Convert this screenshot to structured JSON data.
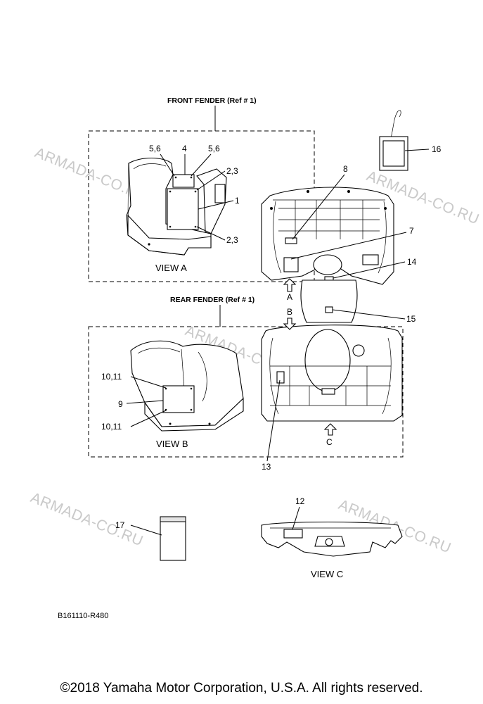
{
  "frames": {
    "front_fender": "FRONT FENDER (Ref # 1)",
    "rear_fender": "REAR FENDER (Ref # 1)"
  },
  "views": {
    "view_a": "VIEW A",
    "view_b": "VIEW B",
    "view_c": "VIEW C"
  },
  "arrows": {
    "a": "A",
    "b": "B",
    "c": "C"
  },
  "callouts": {
    "c1": "1",
    "c2_3_top": "2,3",
    "c2_3_bottom": "2,3",
    "c4": "4",
    "c5_6_left": "5,6",
    "c5_6_right": "5,6",
    "c7": "7",
    "c8": "8",
    "c9": "9",
    "c10_11_top": "10,11",
    "c10_11_bottom": "10,11",
    "c12": "12",
    "c13": "13",
    "c14": "14",
    "c15": "15",
    "c16": "16",
    "c17": "17"
  },
  "watermark": "ARMADA-CO.RU",
  "diagram_code": "B161110-R480",
  "copyright": "©2018 Yamaha Motor Corporation, U.S.A. All rights reserved."
}
